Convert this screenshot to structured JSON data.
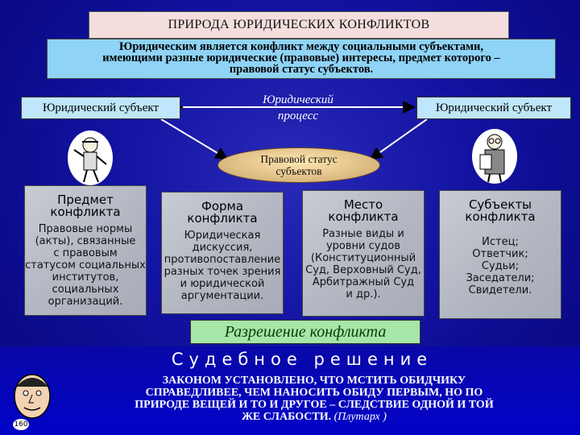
{
  "title": "ПРИРОДА ЮРИДИЧЕСКИХ КОНФЛИКТОВ",
  "definition": [
    "Юридическим является конфликт между социальными субъектами,",
    "имеющими разные юридические (правовые) интересы, предмет которого –",
    "правовой статус субъектов."
  ],
  "subject_left": "Юридический субъект",
  "subject_right": "Юридический субъект",
  "process": [
    "Юридический",
    "процесс"
  ],
  "status": [
    "Правовой статус",
    "субъектов"
  ],
  "cards": [
    {
      "head": [
        "Предмет",
        "конфликта"
      ],
      "body": [
        "Правовые нормы",
        "(акты), связанные",
        "с правовым",
        "статусом социальных",
        "институтов,",
        "социальных",
        "организаций."
      ]
    },
    {
      "head": [
        "Форма",
        "конфликта"
      ],
      "body": [
        "Юридическая",
        "дискуссия,",
        "противопоставление",
        "разных точек зрения",
        "и юридической",
        "аргументации."
      ]
    },
    {
      "head": [
        "Место",
        "конфликта"
      ],
      "body": [
        "Разные виды и",
        "уровни судов",
        "(Конституционный",
        "Суд, Верховный Суд,",
        "Арбитражный Суд",
        "и др.)."
      ]
    },
    {
      "head": [
        "Субъекты",
        "конфликта"
      ],
      "body": [
        "Истец;",
        "Ответчик;",
        "Судьи;",
        "Заседатели;",
        "Свидетели."
      ]
    }
  ],
  "resolution": "Разрешение конфликта",
  "verdict": "Судебное решение",
  "quote": {
    "lines": [
      "ЗАКОНОМ УСТАНОВЛЕНО, ЧТО МСТИТЬ ОБИДЧИКУ",
      "СПРАВЕДЛИВЕЕ, ЧЕМ НАНОСИТЬ ОБИДУ ПЕРВЫМ, НО ПО",
      "ПРИРОДЕ ВЕЩЕЙ И ТО И ДРУГОЕ – СЛЕДСТВИЕ ОДНОЙ И ТОЙ"
    ],
    "last": "ЖЕ СЛАБОСТИ.",
    "author": "(Плутарх )"
  },
  "page_number": "160",
  "colors": {
    "background": "#0a0a8c",
    "title_bg": "#f4dedd",
    "definition_bg": "#8fd3f6",
    "subject_bg": "#bfe6fa",
    "card_bg": "#b4b8c2",
    "resolution_bg": "#a6e6a6",
    "status_bg": "#c9a46a"
  }
}
